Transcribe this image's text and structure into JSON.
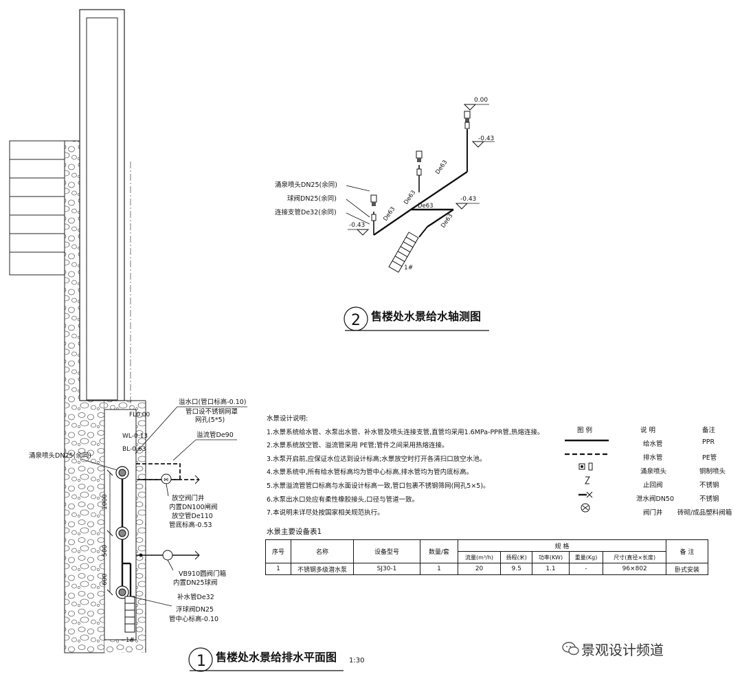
{
  "plan": {
    "labels": {
      "overflow_outlet": "溢水口(管口标高-0.10)",
      "overflow_cover": "管口设不锈钢网罩",
      "overflow_mesh": "网孔(5*5)",
      "overflow_pipe": "溢流管De90",
      "fl": "FL0.00",
      "wl": "WL-0.13",
      "bl": "BL-0.63",
      "fountain_head": "涌泉喷头DN25(余同)",
      "drain_well": "放空阀门井",
      "drain_valve": "内置DN100闸阀",
      "drain_pipe": "放空管De110",
      "drain_bottom": "管底标高-0.53",
      "valve_box": "VB910圆阀门箱",
      "ball_valve": "内置DN25球阀",
      "makeup_pipe": "补水管De32",
      "float_valve": "浮球阀DN25",
      "center_elev": "管中心标高-0.10",
      "dim_1000": "1000",
      "dim_500": "500",
      "dim_600": "600",
      "pump_tag": "1#"
    },
    "title_num": "1",
    "title": "售楼处水景给排水平面图",
    "scale": "1:30"
  },
  "axo": {
    "labels": {
      "head": "涌泉喷头DN25(余同)",
      "ball": "球阀DN25(余同)",
      "branch": "连接支管De32(余同)",
      "elev_top": "0.00",
      "elev_right1": "-0.43",
      "elev_right2": "-0.43",
      "elev_left": "-0.43",
      "de63_a": "De63",
      "de63_b": "De63",
      "de63_c": "De63",
      "de63_d": "De63",
      "de63_e": "De63",
      "pump": "1#"
    },
    "title_num": "2",
    "title": "售楼处水景给水轴测图"
  },
  "notes": {
    "heading": "水景设计说明:",
    "items": [
      "1.水景系统给水管、水泵出水管、补水管及喷头连接支管,直管均采用1.6MPa-PPR管,热熔连接。",
      "2.水景系统放空管、溢流管采用 PE管;管件之间采用热熔连接。",
      "3.水泵开启前,应保证水位达到设计标高;水景放空时打开各清扫口放空水池。",
      "4.水景系统中,所有给水管标高均为管中心标高,排水管均为管内底标高。",
      "5.水景溢流管管口标高与水面设计标高一致,管口包裹不锈钢筛网(网孔5×5)。",
      "6.水泵出水口处应有柔性橡胶接头,口径与管道一致。",
      "7.本说明未详尽处按国家相关规范执行。"
    ]
  },
  "legend": {
    "header": [
      "图 例",
      "说 明",
      "备注"
    ],
    "rows": [
      {
        "icon": "supply-line",
        "desc": "给水管",
        "note": "PPR"
      },
      {
        "icon": "drain-line",
        "desc": "排水管",
        "note": "PE管"
      },
      {
        "icon": "fountain-icon",
        "desc": "涌泉喷头",
        "note": "铜制喷头"
      },
      {
        "icon": "check-valve-icon",
        "desc": "止回阀",
        "note": "不锈钢"
      },
      {
        "icon": "drain-valve-icon",
        "desc": "泄水阀DN50",
        "note": "不锈钢"
      },
      {
        "icon": "valve-well-icon",
        "desc": "阀门井",
        "note": "砖砌/成品塑料阀箱"
      }
    ]
  },
  "equipment": {
    "title": "水景主要设备表1",
    "headers": {
      "no": "序号",
      "name": "名称",
      "model": "设备型号",
      "qty": "数量/套",
      "spec": "规 格",
      "note": "备 注",
      "flow": "流量(m³/h)",
      "head": "扬程(米)",
      "power": "功率(KW)",
      "weight": "重量(Kg)",
      "size": "尺寸(直径×长度)"
    },
    "rows": [
      {
        "no": "1",
        "name": "不锈钢多级潜水泵",
        "model": "SJ30-1",
        "qty": "1",
        "flow": "20",
        "head": "9.5",
        "power": "1.1",
        "weight": "-",
        "size": "96×802",
        "note": "卧式安装"
      }
    ]
  },
  "watermark": "景观设计频道"
}
